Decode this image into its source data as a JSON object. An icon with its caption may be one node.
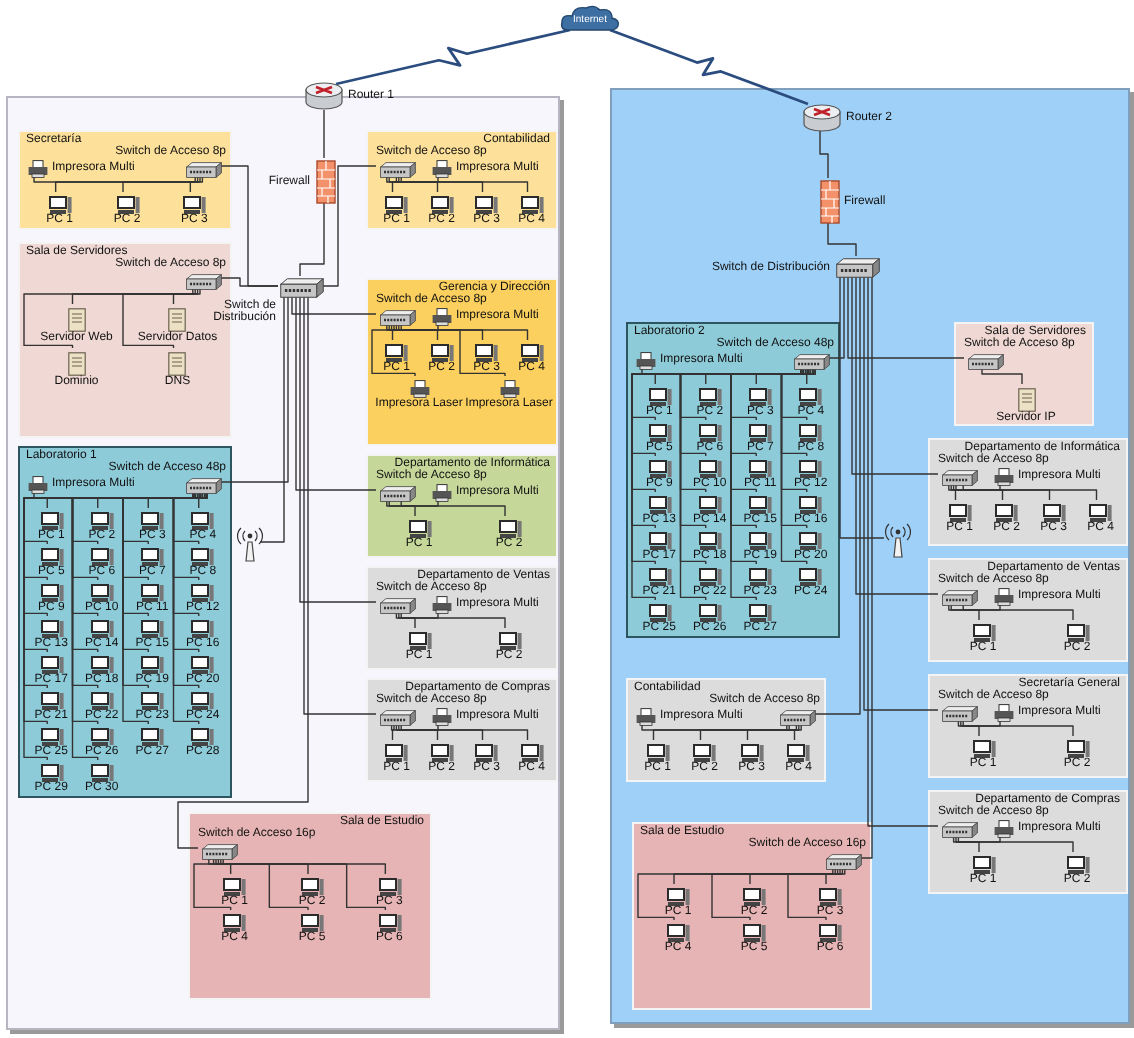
{
  "diagram": {
    "nodes": [
      {
        "text": [
          "Internet"
        ]
      },
      {
        "text": [],
        "shape": "box"
      },
      {
        "text": [
          "Router 1"
        ]
      },
      {
        "text": [
          "Firewall"
        ],
        "in": 1
      },
      {
        "text": [
          "Switch de Distribución"
        ],
        "in": 1
      },
      {
        "text": [],
        "shape": "antenna",
        "in": 1
      },
      {
        "text": [
          "Secretaría"
        ],
        "in": 1
      },
      {
        "text": [
          "Switch de Acceso 8p"
        ],
        "in": 6
      },
      {
        "text": [
          "Impresora Multi"
        ],
        "in": 6
      },
      {
        "text": [
          "PC 1"
        ],
        "in": 6
      },
      {
        "text": [
          "PC 2"
        ],
        "in": 6
      },
      {
        "text": [
          "PC 3"
        ],
        "in": 6
      },
      {
        "text": [
          "Sala de Servidores"
        ],
        "in": 1
      },
      {
        "text": [
          "Switch de Acceso 8p"
        ],
        "in": 12
      },
      {
        "text": [
          "Servidor Web"
        ],
        "in": 12
      },
      {
        "text": [
          "Servidor Datos"
        ],
        "in": 12
      },
      {
        "text": [
          "Dominio"
        ],
        "in": 12
      },
      {
        "text": [
          "DNS"
        ],
        "in": 12
      },
      {
        "text": [
          "Laboratorio 1"
        ],
        "in": 1
      },
      {
        "text": [
          "Switch de Acceso 48p"
        ],
        "in": 18
      },
      {
        "text": [
          "Impresora Multi"
        ],
        "in": 18
      },
      {
        "text": [
          "PC 1"
        ],
        "in": 18
      },
      {
        "text": [
          "PC 2"
        ],
        "in": 18
      },
      {
        "text": [
          "PC 3"
        ],
        "in": 18
      },
      {
        "text": [
          "PC 4"
        ],
        "in": 18
      },
      {
        "text": [
          "PC 5"
        ],
        "in": 18
      },
      {
        "text": [
          "PC 6"
        ],
        "in": 18
      },
      {
        "text": [
          "PC 7"
        ],
        "in": 18
      },
      {
        "text": [
          "PC 8"
        ],
        "in": 18
      },
      {
        "text": [
          "PC 9"
        ],
        "in": 18
      },
      {
        "text": [
          "PC 10"
        ],
        "in": 18
      },
      {
        "text": [
          "PC 11"
        ],
        "in": 18
      },
      {
        "text": [
          "PC 12"
        ],
        "in": 18
      },
      {
        "text": [
          "PC 13"
        ],
        "in": 18
      },
      {
        "text": [
          "PC 14"
        ],
        "in": 18
      },
      {
        "text": [
          "PC 15"
        ],
        "in": 18
      },
      {
        "text": [
          "PC 16"
        ],
        "in": 18
      },
      {
        "text": [
          "PC 17"
        ],
        "in": 18
      },
      {
        "text": [
          "PC 18"
        ],
        "in": 18
      },
      {
        "text": [
          "PC 19"
        ],
        "in": 18
      },
      {
        "text": [
          "PC 20"
        ],
        "in": 18
      },
      {
        "text": [
          "PC 21"
        ],
        "in": 18
      },
      {
        "text": [
          "PC 22"
        ],
        "in": 18
      },
      {
        "text": [
          "PC 23"
        ],
        "in": 18
      },
      {
        "text": [
          "PC 24"
        ],
        "in": 18
      },
      {
        "text": [
          "PC 25"
        ],
        "in": 18
      },
      {
        "text": [
          "PC 26"
        ],
        "in": 18
      },
      {
        "text": [
          "PC 27"
        ],
        "in": 18
      },
      {
        "text": [
          "PC 28"
        ],
        "in": 18
      },
      {
        "text": [
          "PC 29"
        ],
        "in": 18
      },
      {
        "text": [
          "PC 30"
        ],
        "in": 18
      },
      {
        "text": [
          "Contabilidad"
        ],
        "in": 1
      },
      {
        "text": [
          "Switch de Acceso 8p"
        ],
        "in": 51
      },
      {
        "text": [
          "Impresora Multi"
        ],
        "in": 51
      },
      {
        "text": [
          "PC 1"
        ],
        "in": 51
      },
      {
        "text": [
          "PC 2"
        ],
        "in": 51
      },
      {
        "text": [
          "PC 3"
        ],
        "in": 51
      },
      {
        "text": [
          "PC 4"
        ],
        "in": 51
      },
      {
        "text": [
          "Gerencia y Dirección"
        ],
        "in": 1
      },
      {
        "text": [
          "Switch de Acceso 8p"
        ],
        "in": 58
      },
      {
        "text": [
          "Impresora Multi"
        ],
        "in": 58
      },
      {
        "text": [
          "PC 1"
        ],
        "in": 58
      },
      {
        "text": [
          "PC 2"
        ],
        "in": 58
      },
      {
        "text": [
          "PC 3"
        ],
        "in": 58
      },
      {
        "text": [
          "PC 4"
        ],
        "in": 58
      },
      {
        "text": [
          "Impresora Laser"
        ],
        "in": 58
      },
      {
        "text": [
          "Impresora Laser"
        ],
        "in": 58
      },
      {
        "text": [
          "Departamento de Informática"
        ],
        "in": 1
      },
      {
        "text": [
          "Switch de Acceso 8p"
        ],
        "in": 67
      },
      {
        "text": [
          "Impresora Multi"
        ],
        "in": 67
      },
      {
        "text": [
          "PC 1"
        ],
        "in": 67
      },
      {
        "text": [
          "PC 2"
        ],
        "in": 67
      },
      {
        "text": [
          "Departamento de Ventas"
        ],
        "in": 1
      },
      {
        "text": [
          "Switch de Acceso 8p"
        ],
        "in": 72
      },
      {
        "text": [
          "Impresora Multi"
        ],
        "in": 72
      },
      {
        "text": [
          "PC 1"
        ],
        "in": 72
      },
      {
        "text": [
          "PC 2"
        ],
        "in": 72
      },
      {
        "text": [
          "Departamento de Compras"
        ],
        "in": 1
      },
      {
        "text": [
          "Switch de Acceso 8p"
        ],
        "in": 77
      },
      {
        "text": [
          "Impresora Multi"
        ],
        "in": 77
      },
      {
        "text": [
          "PC 1"
        ],
        "in": 77
      },
      {
        "text": [
          "PC 2"
        ],
        "in": 77
      },
      {
        "text": [
          "PC 3"
        ],
        "in": 77
      },
      {
        "text": [
          "PC 4"
        ],
        "in": 77
      },
      {
        "text": [
          "Sala de Estudio"
        ],
        "in": 1
      },
      {
        "text": [
          "Switch de Acceso 16p"
        ],
        "in": 84
      },
      {
        "text": [
          "PC 1"
        ],
        "in": 84
      },
      {
        "text": [
          "PC 2"
        ],
        "in": 84
      },
      {
        "text": [
          "PC 3"
        ],
        "in": 84
      },
      {
        "text": [
          "PC 4"
        ],
        "in": 84
      },
      {
        "text": [
          "PC 5"
        ],
        "in": 84
      },
      {
        "text": [
          "PC 6"
        ],
        "in": 84
      },
      {
        "text": [],
        "shape": "box"
      },
      {
        "text": [
          "Router 2"
        ],
        "in": 92
      },
      {
        "text": [
          "Firewall"
        ],
        "in": 92
      },
      {
        "text": [
          "Switch de Distribución"
        ],
        "in": 92
      },
      {
        "text": [],
        "shape": "antenna",
        "in": 92
      },
      {
        "text": [
          "Laboratorio 2"
        ],
        "in": 92
      },
      {
        "text": [
          "Switch de Acceso 48p"
        ],
        "in": 97
      },
      {
        "text": [
          "Impresora Multi"
        ],
        "in": 97
      },
      {
        "text": [
          "PC 1"
        ],
        "in": 97
      },
      {
        "text": [
          "PC 2"
        ],
        "in": 97
      },
      {
        "text": [
          "PC 3"
        ],
        "in": 97
      },
      {
        "text": [
          "PC 4"
        ],
        "in": 97
      },
      {
        "text": [
          "PC 5"
        ],
        "in": 97
      },
      {
        "text": [
          "PC 6"
        ],
        "in": 97
      },
      {
        "text": [
          "PC 7"
        ],
        "in": 97
      },
      {
        "text": [
          "PC 8"
        ],
        "in": 97
      },
      {
        "text": [
          "PC 9"
        ],
        "in": 97
      },
      {
        "text": [
          "PC 10"
        ],
        "in": 97
      },
      {
        "text": [
          "PC 11"
        ],
        "in": 97
      },
      {
        "text": [
          "PC 12"
        ],
        "in": 97
      },
      {
        "text": [
          "PC 13"
        ],
        "in": 97
      },
      {
        "text": [
          "PC 14"
        ],
        "in": 97
      },
      {
        "text": [
          "PC 15"
        ],
        "in": 97
      },
      {
        "text": [
          "PC 16"
        ],
        "in": 97
      },
      {
        "text": [
          "PC 17"
        ],
        "in": 97
      },
      {
        "text": [
          "PC 18"
        ],
        "in": 97
      },
      {
        "text": [
          "PC 19"
        ],
        "in": 97
      },
      {
        "text": [
          "PC 20"
        ],
        "in": 97
      },
      {
        "text": [
          "PC 21"
        ],
        "in": 97
      },
      {
        "text": [
          "PC 22"
        ],
        "in": 97
      },
      {
        "text": [
          "PC 23"
        ],
        "in": 97
      },
      {
        "text": [
          "PC 24"
        ],
        "in": 97
      },
      {
        "text": [
          "PC 25"
        ],
        "in": 97
      },
      {
        "text": [
          "PC 26"
        ],
        "in": 97
      },
      {
        "text": [
          "PC 27"
        ],
        "in": 97
      },
      {
        "text": [
          "Sala de Servidores"
        ],
        "in": 92
      },
      {
        "text": [
          "Switch de Acceso 8p"
        ],
        "in": 127
      },
      {
        "text": [
          "Servidor IP"
        ],
        "in": 127
      },
      {
        "text": [
          "Departamento de Informática"
        ],
        "in": 92
      },
      {
        "text": [
          "Switch de Acceso 8p"
        ],
        "in": 130
      },
      {
        "text": [
          "Impresora Multi"
        ],
        "in": 130
      },
      {
        "text": [
          "PC 1"
        ],
        "in": 130
      },
      {
        "text": [
          "PC 2"
        ],
        "in": 130
      },
      {
        "text": [
          "PC 3"
        ],
        "in": 130
      },
      {
        "text": [
          "PC 4"
        ],
        "in": 130
      },
      {
        "text": [
          "Departamento de Ventas"
        ],
        "in": 92
      },
      {
        "text": [
          "Switch de Acceso 8p"
        ],
        "in": 137
      },
      {
        "text": [
          "Impresora Multi"
        ],
        "in": 137
      },
      {
        "text": [
          "PC 1"
        ],
        "in": 137
      },
      {
        "text": [
          "PC 2"
        ],
        "in": 137
      },
      {
        "text": [
          "Contabilidad"
        ],
        "in": 92
      },
      {
        "text": [
          "Switch de Acceso 8p"
        ],
        "in": 142
      },
      {
        "text": [
          "Impresora Multi"
        ],
        "in": 142
      },
      {
        "text": [
          "PC 1"
        ],
        "in": 142
      },
      {
        "text": [
          "PC 2"
        ],
        "in": 142
      },
      {
        "text": [
          "PC 3"
        ],
        "in": 142
      },
      {
        "text": [
          "PC 4"
        ],
        "in": 142
      },
      {
        "text": [
          "Secretaría General"
        ],
        "in": 92
      },
      {
        "text": [
          "Switch de Acceso 8p"
        ],
        "in": 149
      },
      {
        "text": [
          "Impresora Multi"
        ],
        "in": 149
      },
      {
        "text": [
          "PC 1"
        ],
        "in": 149
      },
      {
        "text": [
          "PC 2"
        ],
        "in": 149
      },
      {
        "text": [
          "Departamento de Compras"
        ],
        "in": 92
      },
      {
        "text": [
          "Switch de Acceso 8p"
        ],
        "in": 154
      },
      {
        "text": [
          "Impresora Multi"
        ],
        "in": 154
      },
      {
        "text": [
          "PC 1"
        ],
        "in": 154
      },
      {
        "text": [
          "PC 2"
        ],
        "in": 154
      },
      {
        "text": [
          "Sala de Estudio"
        ],
        "in": 92
      },
      {
        "text": [
          "Switch de Acceso 16p"
        ],
        "in": 159
      },
      {
        "text": [
          "PC 1"
        ],
        "in": 159
      },
      {
        "text": [
          "PC 2"
        ],
        "in": 159
      },
      {
        "text": [
          "PC 3"
        ],
        "in": 159
      },
      {
        "text": [
          "PC 4"
        ],
        "in": 159
      },
      {
        "text": [
          "PC 5"
        ],
        "in": 159
      },
      {
        "text": [
          "PC 6"
        ],
        "in": 159
      }
    ],
    "edges": [
      {
        "from": 0,
        "to": 2,
        "arrow": "none",
        "color": "#2b4c7e"
      },
      {
        "from": 0,
        "to": 93,
        "arrow": "none",
        "color": "#2b4c7e"
      },
      {
        "from": 2,
        "to": 3,
        "arrow": "none"
      },
      {
        "from": 3,
        "to": 4,
        "arrow": "none"
      },
      {
        "from": 4,
        "to": 5,
        "arrow": "none"
      },
      {
        "from": 4,
        "to": 7,
        "arrow": "none"
      },
      {
        "from": 4,
        "to": 13,
        "arrow": "none"
      },
      {
        "from": 4,
        "to": 19,
        "arrow": "none"
      },
      {
        "from": 4,
        "to": 52,
        "arrow": "none"
      },
      {
        "from": 4,
        "to": 59,
        "arrow": "none"
      },
      {
        "from": 4,
        "to": 68,
        "arrow": "none"
      },
      {
        "from": 4,
        "to": 73,
        "arrow": "none"
      },
      {
        "from": 4,
        "to": 78,
        "arrow": "none"
      },
      {
        "from": 4,
        "to": 85,
        "arrow": "none"
      },
      {
        "from": 7,
        "to": 8,
        "arrow": "none"
      },
      {
        "from": 7,
        "to": 9,
        "arrow": "none"
      },
      {
        "from": 7,
        "to": 10,
        "arrow": "none"
      },
      {
        "from": 7,
        "to": 11,
        "arrow": "none"
      },
      {
        "from": 13,
        "to": 14,
        "arrow": "none"
      },
      {
        "from": 13,
        "to": 15,
        "arrow": "none"
      },
      {
        "from": 13,
        "to": 16,
        "arrow": "none"
      },
      {
        "from": 13,
        "to": 17,
        "arrow": "none"
      },
      {
        "from": 19,
        "to": 20,
        "arrow": "none"
      },
      {
        "from": 19,
        "to": 21,
        "arrow": "none"
      },
      {
        "from": 19,
        "to": 22,
        "arrow": "none"
      },
      {
        "from": 19,
        "to": 23,
        "arrow": "none"
      },
      {
        "from": 19,
        "to": 24,
        "arrow": "none"
      },
      {
        "from": 19,
        "to": 25,
        "arrow": "none"
      },
      {
        "from": 19,
        "to": 26,
        "arrow": "none"
      },
      {
        "from": 19,
        "to": 27,
        "arrow": "none"
      },
      {
        "from": 19,
        "to": 28,
        "arrow": "none"
      },
      {
        "from": 19,
        "to": 29,
        "arrow": "none"
      },
      {
        "from": 19,
        "to": 30,
        "arrow": "none"
      },
      {
        "from": 19,
        "to": 31,
        "arrow": "none"
      },
      {
        "from": 19,
        "to": 32,
        "arrow": "none"
      },
      {
        "from": 19,
        "to": 33,
        "arrow": "none"
      },
      {
        "from": 19,
        "to": 34,
        "arrow": "none"
      },
      {
        "from": 19,
        "to": 35,
        "arrow": "none"
      },
      {
        "from": 19,
        "to": 36,
        "arrow": "none"
      },
      {
        "from": 19,
        "to": 37,
        "arrow": "none"
      },
      {
        "from": 19,
        "to": 38,
        "arrow": "none"
      },
      {
        "from": 19,
        "to": 39,
        "arrow": "none"
      },
      {
        "from": 19,
        "to": 40,
        "arrow": "none"
      },
      {
        "from": 19,
        "to": 41,
        "arrow": "none"
      },
      {
        "from": 19,
        "to": 42,
        "arrow": "none"
      },
      {
        "from": 19,
        "to": 43,
        "arrow": "none"
      },
      {
        "from": 19,
        "to": 44,
        "arrow": "none"
      },
      {
        "from": 19,
        "to": 45,
        "arrow": "none"
      },
      {
        "from": 19,
        "to": 46,
        "arrow": "none"
      },
      {
        "from": 19,
        "to": 47,
        "arrow": "none"
      },
      {
        "from": 19,
        "to": 48,
        "arrow": "none"
      },
      {
        "from": 19,
        "to": 49,
        "arrow": "none"
      },
      {
        "from": 19,
        "to": 50,
        "arrow": "none"
      },
      {
        "from": 52,
        "to": 53,
        "arrow": "none"
      },
      {
        "from": 52,
        "to": 54,
        "arrow": "none"
      },
      {
        "from": 52,
        "to": 55,
        "arrow": "none"
      },
      {
        "from": 52,
        "to": 56,
        "arrow": "none"
      },
      {
        "from": 52,
        "to": 57,
        "arrow": "none"
      },
      {
        "from": 59,
        "to": 60,
        "arrow": "none"
      },
      {
        "from": 59,
        "to": 61,
        "arrow": "none"
      },
      {
        "from": 59,
        "to": 62,
        "arrow": "none"
      },
      {
        "from": 59,
        "to": 63,
        "arrow": "none"
      },
      {
        "from": 59,
        "to": 64,
        "arrow": "none"
      },
      {
        "from": 59,
        "to": 65,
        "arrow": "none"
      },
      {
        "from": 59,
        "to": 66,
        "arrow": "none"
      },
      {
        "from": 68,
        "to": 69,
        "arrow": "none"
      },
      {
        "from": 68,
        "to": 70,
        "arrow": "none"
      },
      {
        "from": 68,
        "to": 71,
        "arrow": "none"
      },
      {
        "from": 73,
        "to": 74,
        "arrow": "none"
      },
      {
        "from": 73,
        "to": 75,
        "arrow": "none"
      },
      {
        "from": 73,
        "to": 76,
        "arrow": "none"
      },
      {
        "from": 78,
        "to": 79,
        "arrow": "none"
      },
      {
        "from": 78,
        "to": 80,
        "arrow": "none"
      },
      {
        "from": 78,
        "to": 81,
        "arrow": "none"
      },
      {
        "from": 78,
        "to": 82,
        "arrow": "none"
      },
      {
        "from": 78,
        "to": 83,
        "arrow": "none"
      },
      {
        "from": 85,
        "to": 86,
        "arrow": "none"
      },
      {
        "from": 85,
        "to": 87,
        "arrow": "none"
      },
      {
        "from": 85,
        "to": 88,
        "arrow": "none"
      },
      {
        "from": 85,
        "to": 89,
        "arrow": "none"
      },
      {
        "from": 85,
        "to": 90,
        "arrow": "none"
      },
      {
        "from": 85,
        "to": 91,
        "arrow": "none"
      },
      {
        "from": 93,
        "to": 94,
        "arrow": "none"
      },
      {
        "from": 94,
        "to": 95,
        "arrow": "none"
      },
      {
        "from": 95,
        "to": 96,
        "arrow": "none"
      },
      {
        "from": 95,
        "to": 98,
        "arrow": "none"
      },
      {
        "from": 95,
        "to": 128,
        "arrow": "none"
      },
      {
        "from": 95,
        "to": 131,
        "arrow": "none"
      },
      {
        "from": 95,
        "to": 138,
        "arrow": "none"
      },
      {
        "from": 95,
        "to": 143,
        "arrow": "none"
      },
      {
        "from": 95,
        "to": 150,
        "arrow": "none"
      },
      {
        "from": 95,
        "to": 155,
        "arrow": "none"
      },
      {
        "from": 95,
        "to": 160,
        "arrow": "none"
      },
      {
        "from": 98,
        "to": 99,
        "arrow": "none"
      },
      {
        "from": 98,
        "to": 100,
        "arrow": "none"
      },
      {
        "from": 98,
        "to": 101,
        "arrow": "none"
      },
      {
        "from": 98,
        "to": 102,
        "arrow": "none"
      },
      {
        "from": 98,
        "to": 103,
        "arrow": "none"
      },
      {
        "from": 98,
        "to": 104,
        "arrow": "none"
      },
      {
        "from": 98,
        "to": 105,
        "arrow": "none"
      },
      {
        "from": 98,
        "to": 106,
        "arrow": "none"
      },
      {
        "from": 98,
        "to": 107,
        "arrow": "none"
      },
      {
        "from": 98,
        "to": 108,
        "arrow": "none"
      },
      {
        "from": 98,
        "to": 109,
        "arrow": "none"
      },
      {
        "from": 98,
        "to": 110,
        "arrow": "none"
      },
      {
        "from": 98,
        "to": 111,
        "arrow": "none"
      },
      {
        "from": 98,
        "to": 112,
        "arrow": "none"
      },
      {
        "from": 98,
        "to": 113,
        "arrow": "none"
      },
      {
        "from": 98,
        "to": 114,
        "arrow": "none"
      },
      {
        "from": 98,
        "to": 115,
        "arrow": "none"
      },
      {
        "from": 98,
        "to": 116,
        "arrow": "none"
      },
      {
        "from": 98,
        "to": 117,
        "arrow": "none"
      },
      {
        "from": 98,
        "to": 118,
        "arrow": "none"
      },
      {
        "from": 98,
        "to": 119,
        "arrow": "none"
      },
      {
        "from": 98,
        "to": 120,
        "arrow": "none"
      },
      {
        "from": 98,
        "to": 121,
        "arrow": "none"
      },
      {
        "from": 98,
        "to": 122,
        "arrow": "none"
      },
      {
        "from": 98,
        "to": 123,
        "arrow": "none"
      },
      {
        "from": 98,
        "to": 124,
        "arrow": "none"
      },
      {
        "from": 98,
        "to": 125,
        "arrow": "none"
      },
      {
        "from": 98,
        "to": 126,
        "arrow": "none"
      },
      {
        "from": 128,
        "to": 129,
        "arrow": "none"
      },
      {
        "from": 131,
        "to": 132,
        "arrow": "none"
      },
      {
        "from": 131,
        "to": 133,
        "arrow": "none"
      },
      {
        "from": 131,
        "to": 134,
        "arrow": "none"
      },
      {
        "from": 131,
        "to": 135,
        "arrow": "none"
      },
      {
        "from": 131,
        "to": 136,
        "arrow": "none"
      },
      {
        "from": 138,
        "to": 139,
        "arrow": "none"
      },
      {
        "from": 138,
        "to": 140,
        "arrow": "none"
      },
      {
        "from": 138,
        "to": 141,
        "arrow": "none"
      },
      {
        "from": 143,
        "to": 144,
        "arrow": "none"
      },
      {
        "from": 143,
        "to": 145,
        "arrow": "none"
      },
      {
        "from": 143,
        "to": 146,
        "arrow": "none"
      },
      {
        "from": 143,
        "to": 147,
        "arrow": "none"
      },
      {
        "from": 143,
        "to": 148,
        "arrow": "none"
      },
      {
        "from": 150,
        "to": 151,
        "arrow": "none"
      },
      {
        "from": 150,
        "to": 152,
        "arrow": "none"
      },
      {
        "from": 150,
        "to": 153,
        "arrow": "none"
      },
      {
        "from": 155,
        "to": 156,
        "arrow": "none"
      },
      {
        "from": 155,
        "to": 157,
        "arrow": "none"
      },
      {
        "from": 155,
        "to": 158,
        "arrow": "none"
      },
      {
        "from": 160,
        "to": 161,
        "arrow": "none"
      },
      {
        "from": 160,
        "to": 162,
        "arrow": "none"
      },
      {
        "from": 160,
        "to": 163,
        "arrow": "none"
      },
      {
        "from": 160,
        "to": 164,
        "arrow": "none"
      },
      {
        "from": 160,
        "to": 165,
        "arrow": "none"
      },
      {
        "from": 160,
        "to": 166,
        "arrow": "none"
      }
    ]
  }
}
